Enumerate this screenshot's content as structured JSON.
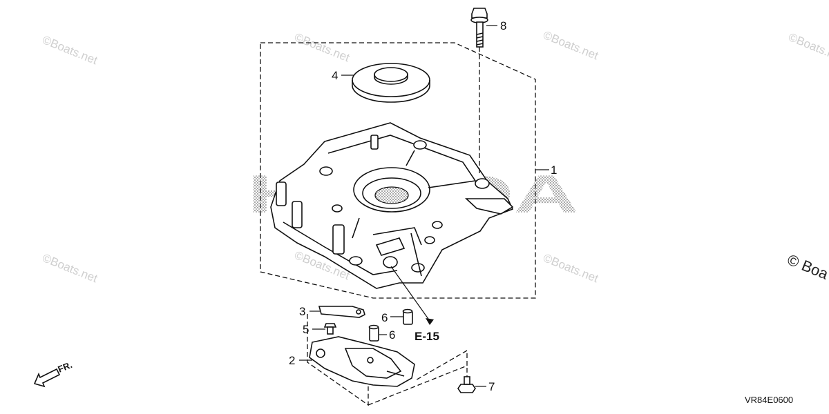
{
  "callouts": {
    "c1": "1",
    "c2": "2",
    "c3": "3",
    "c4": "4",
    "c5": "5",
    "c6a": "6",
    "c6b": "6",
    "c7": "7",
    "c8": "8"
  },
  "reference_label": "E-15",
  "direction_label": "FR.",
  "diagram_code": "VR84E0600",
  "watermark": {
    "text": "©Boats.net",
    "edge_text": "© Boa",
    "logo_text": "HONDA"
  },
  "icons": {
    "direction": "arrow-down-left-icon"
  }
}
